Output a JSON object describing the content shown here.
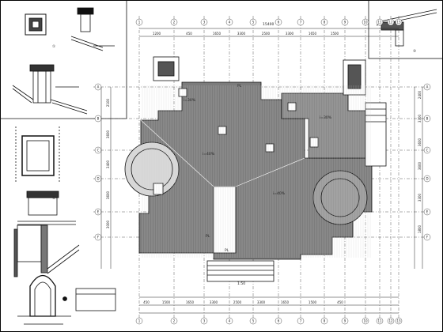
{
  "drawing": {
    "axis_labels_top": [
      "1",
      "2",
      "3",
      "4",
      "5",
      "6",
      "7",
      "8",
      "9",
      "10",
      "11",
      "12",
      "13"
    ],
    "axis_labels_left": [
      "A",
      "B",
      "C",
      "D",
      "E",
      "F"
    ],
    "dims_top_segments": [
      "1200",
      "450",
      "1650",
      "3300",
      "2500",
      "3300",
      "1650",
      "1500"
    ],
    "dims_bottom_segments": [
      "450",
      "1500",
      "1650",
      "3300",
      "2500",
      "3300",
      "1650",
      "1500",
      "450"
    ],
    "dims_left": [
      "2100",
      "3600",
      "3400",
      "3600",
      "3000"
    ],
    "dims_right": [
      "2400",
      "3300",
      "3600",
      "3600",
      "3300",
      "1800"
    ],
    "detail_callouts": [
      "①",
      "②",
      "③"
    ],
    "overall_dim": "15400",
    "notes": [
      "i=40%",
      "i=40%",
      "i=30%",
      "i=30%"
    ],
    "small_texts": [
      "PL",
      "PL",
      "PL",
      "1:50"
    ]
  }
}
